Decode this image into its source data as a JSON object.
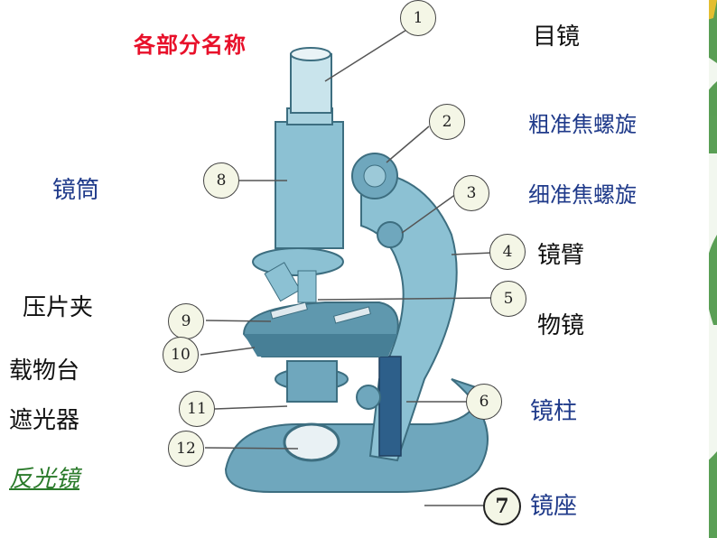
{
  "title": "各部分名称",
  "right_labels": [
    "目镜",
    "粗准焦螺旋",
    "细准焦螺旋",
    "镜臂",
    "物镜",
    "镜柱",
    "镜座"
  ],
  "left_labels": [
    "镜筒",
    "压片夹",
    "载物台",
    "遮光器",
    "反光镜"
  ],
  "numbers": [
    "1",
    "2",
    "3",
    "4",
    "5",
    "6",
    "7",
    "8",
    "9",
    "10",
    "11",
    "12"
  ],
  "colors": {
    "title": "#e8102a",
    "label": "#1f3a8a",
    "accent_link": "#2a7a2a",
    "microscope": "#7fb6c9"
  }
}
